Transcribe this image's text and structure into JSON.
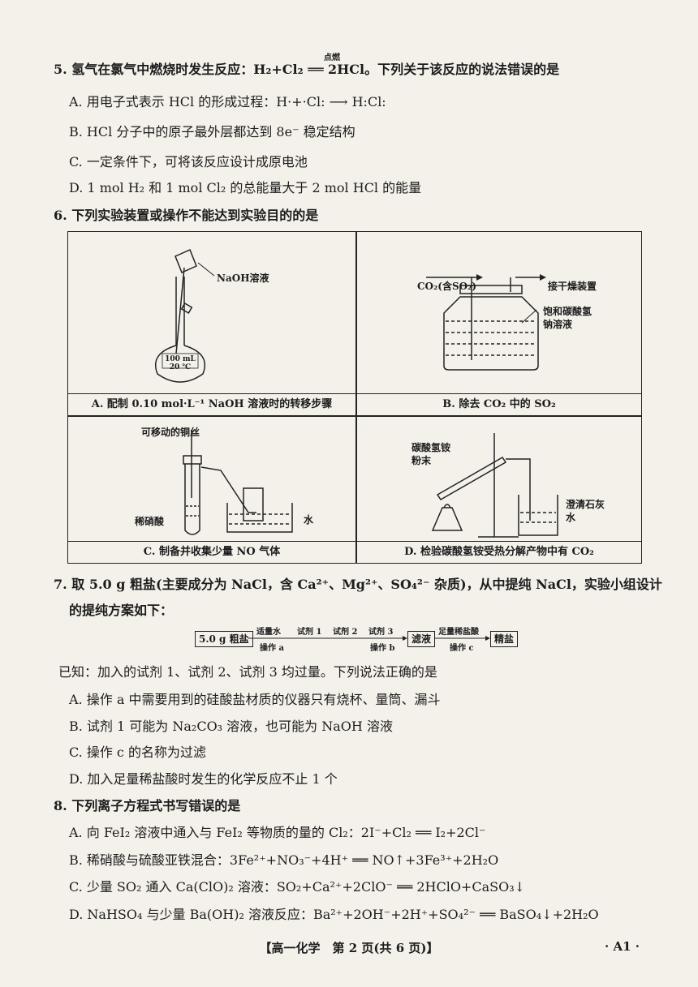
{
  "q5": {
    "stem": "5. 氢气在氯气中燃烧时发生反应：H₂+Cl₂ ══ 2HCl。下列关于该反应的说法错误的是",
    "condition": "点燃",
    "A": "A. 用电子式表示 HCl 的形成过程：H·+·Cl: ⟶ H:Cl:",
    "B": "B. HCl 分子中的原子最外层都达到 8e⁻ 稳定结构",
    "C": "C. 一定条件下，可将该反应设计成原电池",
    "D": "D. 1 mol H₂ 和 1 mol Cl₂ 的总能量大于 2 mol HCl 的能量"
  },
  "q6": {
    "stem": "6. 下列实验装置或操作不能达到实验目的的是",
    "A": {
      "caption": "A. 配制 0.10 mol·L⁻¹ NaOH 溶液时的转移步骤",
      "label_naoh": "NaOH溶液",
      "flask_label": "100 mL 20 ℃"
    },
    "B": {
      "caption": "B. 除去 CO₂ 中的 SO₂",
      "label_in": "CO₂(含SO₂)",
      "label_out": "接干燥装置",
      "label_sol": "饱和碳酸氢钠溶液"
    },
    "C": {
      "caption": "C. 制备并收集少量 NO 气体",
      "label_wire": "可移动的铜丝",
      "label_acid": "稀硝酸",
      "label_water": "水"
    },
    "D": {
      "caption": "D. 检验碳酸氢铵受热分解产物中有 CO₂",
      "label_powder": "碳酸氢铵粉末",
      "label_lime": "澄清石灰水"
    }
  },
  "q7": {
    "stem1": "7. 取 5.0 g 粗盐(主要成分为 NaCl，含 Ca²⁺、Mg²⁺、SO₄²⁻ 杂质)，从中提纯 NaCl，实验小组设计",
    "stem2": "的提纯方案如下：",
    "flow": {
      "start": "5.0 g 粗盐",
      "s1": "适量水",
      "op_a": "操作 a",
      "r1": "试剂 1",
      "r2": "试剂 2",
      "r3": "试剂 3",
      "op_b": "操作 b",
      "filtrate": "滤液",
      "acid": "足量稀盐酸",
      "op_c": "操作 c",
      "end": "精盐"
    },
    "known": "已知：加入的试剂 1、试剂 2、试剂 3 均过量。下列说法正确的是",
    "A": "A. 操作 a 中需要用到的硅酸盐材质的仪器只有烧杯、量筒、漏斗",
    "B": "B. 试剂 1 可能为 Na₂CO₃ 溶液，也可能为 NaOH 溶液",
    "C": "C. 操作 c 的名称为过滤",
    "D": "D. 加入足量稀盐酸时发生的化学反应不止 1 个"
  },
  "q8": {
    "stem": "8. 下列离子方程式书写错误的是",
    "A": "A. 向 FeI₂ 溶液中通入与 FeI₂ 等物质的量的 Cl₂：2I⁻+Cl₂ ══ I₂+2Cl⁻",
    "B": "B. 稀硝酸与硫酸亚铁混合：3Fe²⁺+NO₃⁻+4H⁺ ══ NO↑+3Fe³⁺+2H₂O",
    "C": "C. 少量 SO₂ 通入 Ca(ClO)₂ 溶液：SO₂+Ca²⁺+2ClO⁻ ══ 2HClO+CaSO₃↓",
    "D": "D. NaHSO₄ 与少量 Ba(OH)₂ 溶液反应：Ba²⁺+2OH⁻+2H⁺+SO₄²⁻ ══ BaSO₄↓+2H₂O"
  },
  "footer": "【高一化学　第 2 页(共 6 页)】",
  "code": "· A1 ·"
}
